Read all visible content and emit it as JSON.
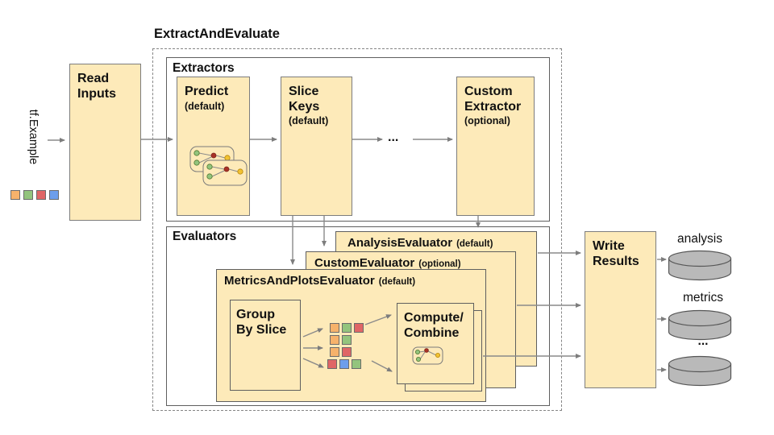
{
  "title": "ExtractAndEvaluate",
  "input": {
    "label": "tf.Example",
    "squares": [
      "#f6b26b",
      "#93c47d",
      "#e06666",
      "#6d9eeb"
    ]
  },
  "read_inputs": {
    "label": "Read\nInputs"
  },
  "extractors": {
    "label": "Extractors",
    "predict": {
      "title": "Predict",
      "subtitle": "(default)"
    },
    "slice_keys": {
      "title": "Slice\nKeys",
      "subtitle": "(default)"
    },
    "custom": {
      "title": "Custom\nExtractor",
      "subtitle": "(optional)"
    },
    "ellipsis": "..."
  },
  "evaluators": {
    "label": "Evaluators",
    "analysis": {
      "title": "AnalysisEvaluator",
      "subtitle": "(default)"
    },
    "custom": {
      "title": "CustomEvaluator",
      "subtitle": "(optional)"
    },
    "metrics_plots": {
      "title": "MetricsAndPlotsEvaluator",
      "subtitle": "(default)"
    },
    "group_by_slice": {
      "label": "Group\nBy Slice"
    },
    "compute_combine": {
      "label": "Compute/\nCombine"
    },
    "slice_rows": [
      [
        "#f6b26b",
        "#93c47d",
        "#e06666"
      ],
      [
        "#f6b26b",
        "#93c47d"
      ],
      [
        "#f6b26b",
        "#e06666"
      ],
      [
        "#e06666",
        "#6d9eeb",
        "#93c47d"
      ]
    ]
  },
  "write_results": {
    "label": "Write\nResults"
  },
  "outputs": [
    "analysis",
    "metrics",
    "..."
  ],
  "colors": {
    "box-fill": "#fdeab9",
    "box-border": "#7d7d7d",
    "container-border": "#5f5f5f",
    "arrow": "#8a8a8a",
    "cylinder-fill": "#b9b9b9",
    "cylinder-stroke": "#565656"
  }
}
